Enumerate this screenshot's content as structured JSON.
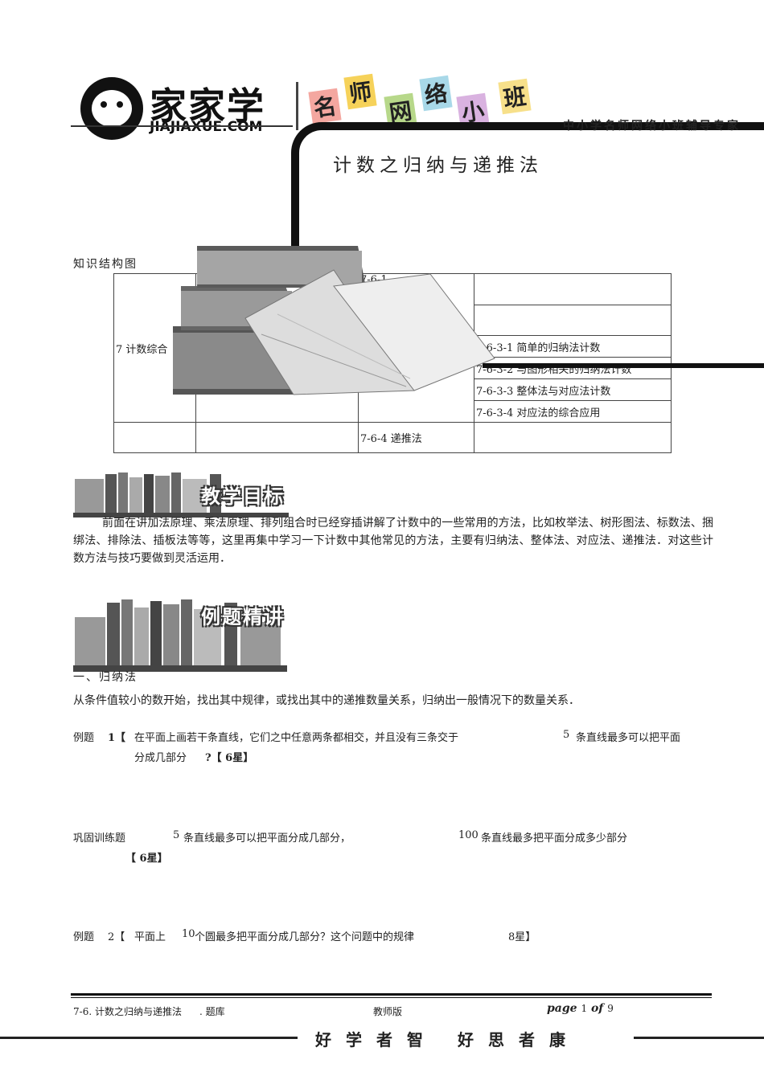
{
  "header": {
    "brand_cn": "家家学",
    "brand_en": "JIAJIAXUE.COM",
    "banner_chars": [
      "名",
      "师",
      "网",
      "络",
      "小",
      "班"
    ],
    "tagline": "中小学名师网络小班辅导专家",
    "doc_title": "计数之归纳与递推法",
    "colors": {
      "tile1": "#f4a7a0",
      "tile2": "#f6d25a",
      "tile3": "#b7d88a",
      "tile4": "#a8d8e8",
      "tile5": "#d9b2e0",
      "tile6": "#f7e08a"
    }
  },
  "knowledge": {
    "section_label": "知识结构图",
    "col1": "7 计数综合",
    "col3_row1": "7-6-1",
    "col3_last": "7-6-4 递推法",
    "col4": [
      "7-6-3-1 简单的归纳法计数",
      "7-6-3-2 与图形相关的归纳法计数",
      "7-6-3-3 整体法与对应法计数",
      "7-6-3-4 对应法的综合应用"
    ]
  },
  "goals": {
    "banner": "教学目标",
    "text": "前面在讲加法原理、乘法原理、排列组合时已经穿插讲解了计数中的一些常用的方法，比如枚举法、树形图法、标数法、捆绑法、排除法、插板法等等，这里再集中学习一下计数中其他常见的方法，主要有归纳法、整体法、对应法、递推法．对这些计数方法与技巧要做到灵活运用．"
  },
  "examples": {
    "banner": "例题精讲",
    "method_label": "一、归纳法",
    "method_text": "从条件值较小的数开始，找出其中规律，或找出其中的递推数量关系，归纳出一般情况下的数量关系．",
    "ex1": {
      "tag": "例题",
      "num": "1【",
      "line1": "在平面上画若干条直线，它们之中任意两条都相交，并且没有三条交于",
      "mid": "5",
      "line1b": "条直线最多可以把平面",
      "line2": "分成几部分",
      "ans": "?【 6星】"
    },
    "ex2": {
      "tag": "巩固训练题",
      "mid": "5",
      "line1": "条直线最多可以把平面分成几部分，",
      "mid2": "100",
      "line1b": "条直线最多把平面分成多少部分",
      "ans": "【 6星】"
    },
    "ex3": {
      "tag": "例题",
      "num": "2【",
      "pre": "平面上",
      "mid": "10",
      "line1": "个圆最多把平面分成几部分？这个问题中的规律",
      "ans": "8星】"
    }
  },
  "footer": {
    "left": "7-6. 计数之归纳与递推法",
    "mid1": ". 题库",
    "mid2": "教师版",
    "page_prefix": "page",
    "page_num": "1",
    "page_of": "of",
    "page_total": "9",
    "motto": "好学者智  好思者康"
  }
}
